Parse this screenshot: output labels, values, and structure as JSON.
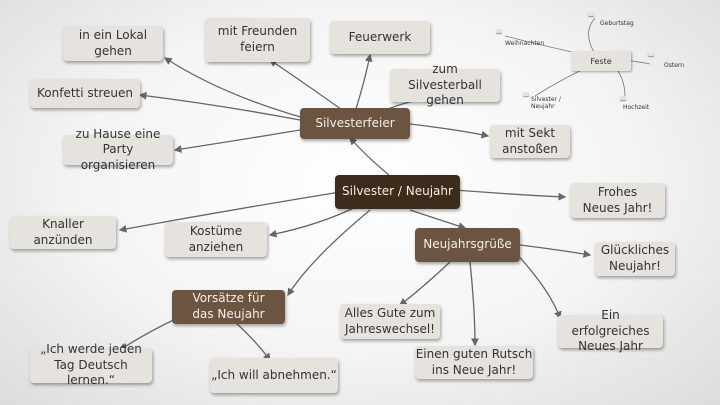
{
  "nodes": {
    "in_ein_lokal": "in ein Lokal gehen",
    "mit_freunden": "mit Freunden feiern",
    "feuerwerk": "Feuerwerk",
    "konfetti": "Konfetti streuen",
    "silvesterball": "zum Silvesterball gehen",
    "silvesterfeier": "Silvesterfeier",
    "party": "zu Hause eine Party organisieren",
    "sekt": "mit Sekt anstoßen",
    "silvester_neujahr": "Silvester / Neujahr",
    "frohes": "Frohes Neues Jahr!",
    "knaller": "Knaller anzünden",
    "kostueme": "Kostüme anziehen",
    "neujahrsgruesse": "Neujahrsgrüße",
    "gluecklich": "Glückliches Neujahr!",
    "vorsaetze": "Vorsätze für das Neujahr",
    "alles_gute": "Alles Gute zum Jahreswechsel!",
    "erfolgreich": "Ein erfolgreiches Neues Jahr",
    "deutsch": "„Ich werde jeden Tag Deutsch lernen.“",
    "abnehmen": "„Ich will abnehmen.“",
    "rutsch": "Einen guten Rutsch ins Neue Jahr!"
  },
  "thumbnail": {
    "geburtstag": "Geburtstag",
    "weihnachten": "Weihnachten",
    "feste": "Feste",
    "ostern": "Ostern",
    "silvester_neujahr": "Silvester / Neujahr",
    "hochzeit": "Hochzeit"
  },
  "colors": {
    "light_node": "#e6e2dd",
    "brown_node": "#6b5540",
    "dark_node": "#3d2b1c",
    "connector": "#666666"
  }
}
